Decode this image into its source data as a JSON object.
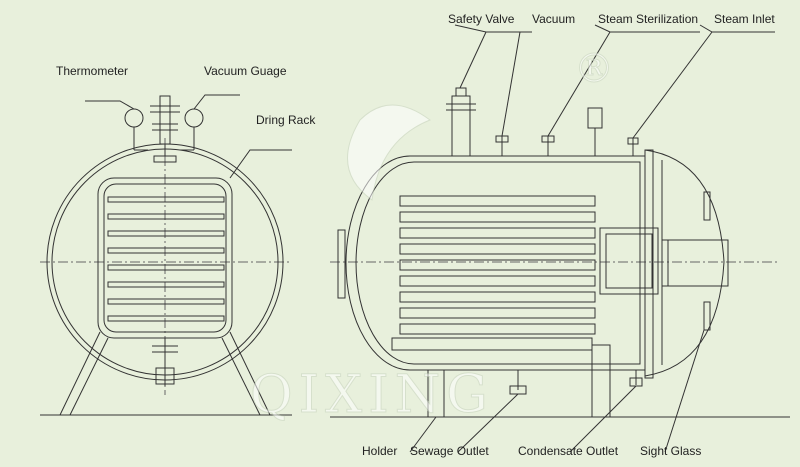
{
  "labels": {
    "thermometer": "Thermometer",
    "vacuum_guage": "Vacuum Guage",
    "dring_rack": "Dring Rack",
    "safety_valve": "Safety Valve",
    "vacuum": "Vacuum",
    "steam_sterilization": "Steam Sterilization",
    "steam_inlet": "Steam Inlet",
    "holder": "Holder",
    "sewage_outlet": "Sewage Outlet",
    "condensate_outlet": "Condensate Outlet",
    "sight_glass": "Sight Glass"
  },
  "watermark": {
    "text": "QIXING",
    "registered": "®"
  },
  "colors": {
    "background": "#e8f0dc",
    "line": "#333333",
    "watermark": "#ffffff"
  }
}
